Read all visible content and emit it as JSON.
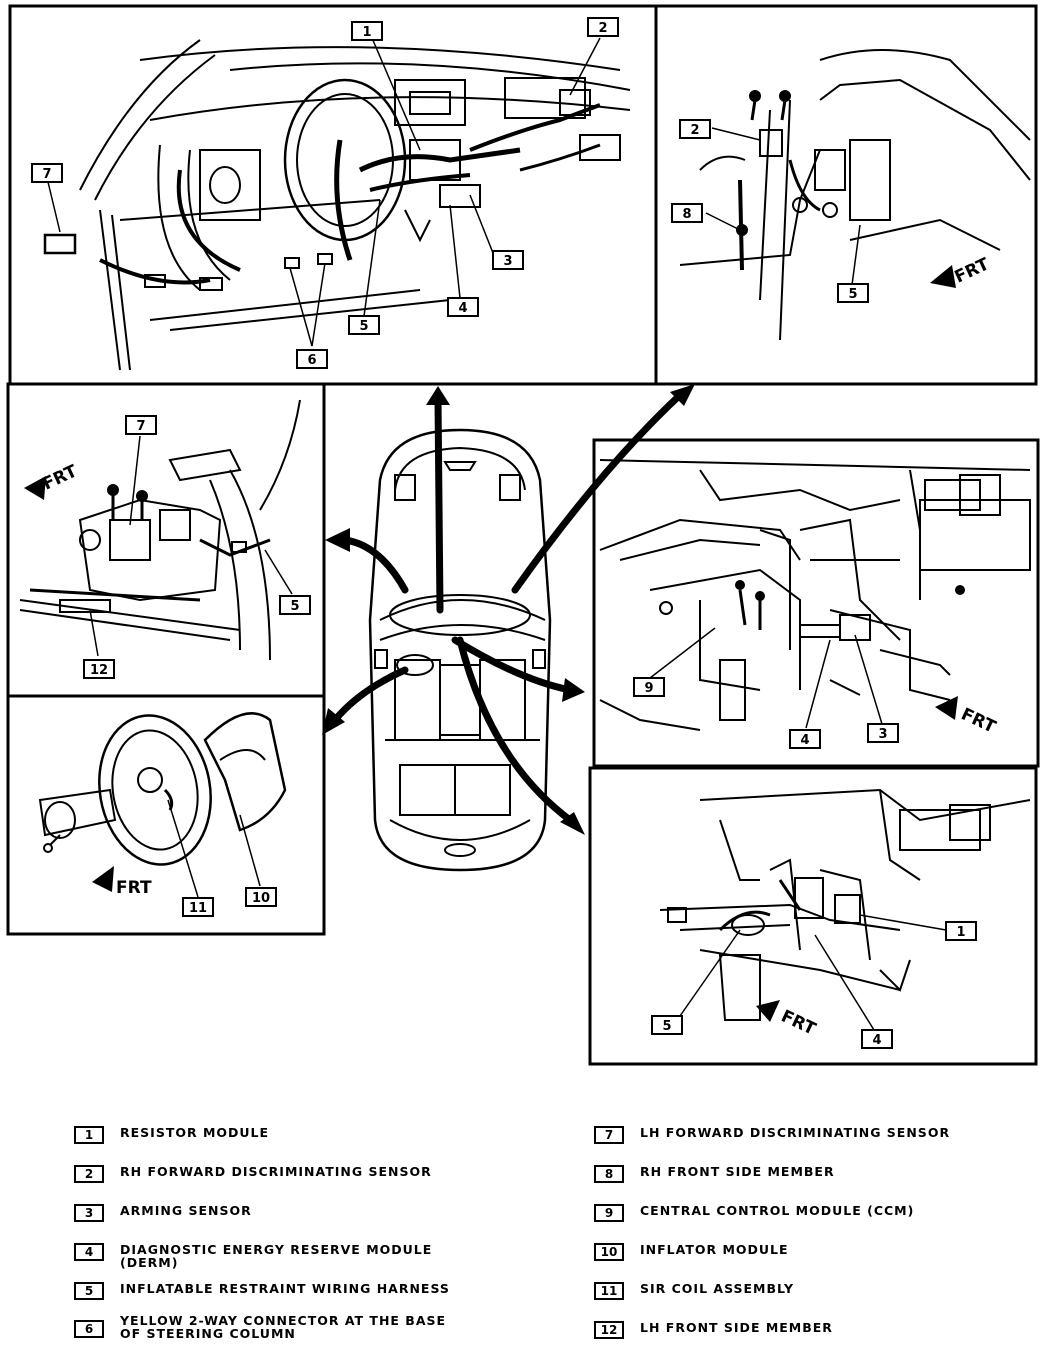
{
  "frt_label": "FRT",
  "callouts": {
    "c1": "1",
    "c2": "2",
    "c3": "3",
    "c4": "4",
    "c5": "5",
    "c6": "6",
    "c7": "7",
    "c8": "8",
    "c9": "9",
    "c10": "10",
    "c11": "11",
    "c12": "12"
  },
  "legend": [
    {
      "num": "1",
      "text": "RESISTOR MODULE"
    },
    {
      "num": "2",
      "text": "RH FORWARD DISCRIMINATING SENSOR"
    },
    {
      "num": "3",
      "text": "ARMING SENSOR"
    },
    {
      "num": "4",
      "text": "DIAGNOSTIC ENERGY RESERVE MODULE (DERM)"
    },
    {
      "num": "5",
      "text": "INFLATABLE RESTRAINT WIRING HARNESS"
    },
    {
      "num": "6",
      "text": "YELLOW 2-WAY CONNECTOR AT THE BASE OF STEERING COLUMN"
    },
    {
      "num": "7",
      "text": "LH FORWARD DISCRIMINATING SENSOR"
    },
    {
      "num": "8",
      "text": "RH FRONT SIDE MEMBER"
    },
    {
      "num": "9",
      "text": "CENTRAL CONTROL MODULE (CCM)"
    },
    {
      "num": "10",
      "text": "INFLATOR MODULE"
    },
    {
      "num": "11",
      "text": "SIR COIL ASSEMBLY"
    },
    {
      "num": "12",
      "text": "LH FRONT SIDE MEMBER"
    }
  ]
}
